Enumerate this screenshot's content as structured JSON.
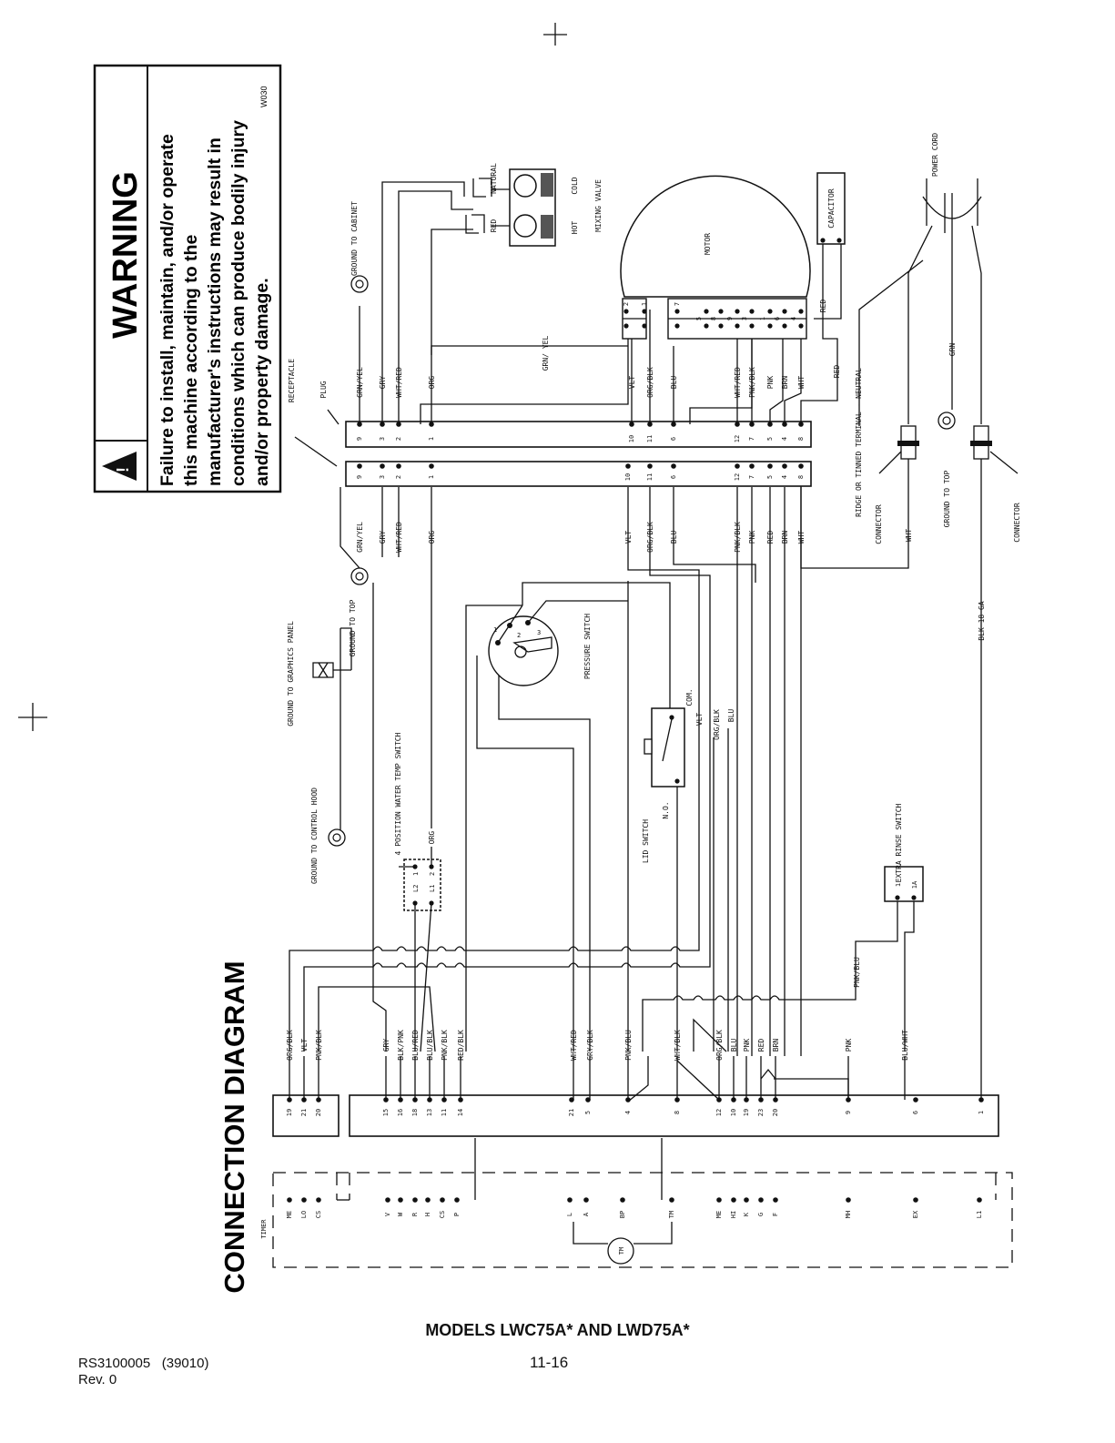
{
  "warning": {
    "title": "WARNING",
    "lines": [
      "Failure to install, maintain, and/or operate",
      "this machine according to the",
      "manufacturer's instructions may result in",
      "conditions which can produce bodily injury",
      "and/or property damage."
    ],
    "code": "W030"
  },
  "diagram_title": "CONNECTION DIAGRAM",
  "timer_label": "TIMER",
  "timer_terminals": [
    "ME",
    "LO",
    "CS",
    "V",
    "W",
    "R",
    "H",
    "CS",
    "P",
    "L",
    "A",
    "BP",
    "TM",
    "ME",
    "HI",
    "K",
    "G",
    "F",
    "MH",
    "EX",
    "L1"
  ],
  "timer_motor_label": "TM",
  "bottom_connector_pins": [
    "19",
    "21",
    "20",
    "15",
    "16",
    "18",
    "13",
    "11",
    "14",
    "21",
    "5",
    "4",
    "8",
    "12",
    "10",
    "19",
    "23",
    "20",
    "9",
    "6",
    "1"
  ],
  "timer_wires": [
    "ORG/BLK",
    "VLT",
    "PNK/BLK",
    "GRY",
    "BLK/PNK",
    "BLU/RED",
    "BLU/BLK",
    "PNK/BLK",
    "RED/BLK",
    "WHT/RED",
    "GRY/BLK",
    "PNK/BLU",
    "WHT/BLK",
    "ORG/BLK",
    "BLU",
    "PNK",
    "RED",
    "BRN",
    "PNK",
    "BLU/WHT"
  ],
  "receptacle": {
    "label": "RECEPTACLE",
    "pins": [
      "9",
      "3",
      "2",
      "1",
      "10",
      "11",
      "6",
      "12",
      "7",
      "5",
      "4",
      "8"
    ],
    "wires": [
      "GRN/YEL",
      "GRY",
      "WHT/RED",
      "ORG",
      "VLT",
      "ORG/BLK",
      "BLU",
      "PNK/BLK",
      "PNK",
      "RED",
      "BRN",
      "WHT"
    ]
  },
  "plug": {
    "label": "PLUG",
    "pins": [
      "9",
      "3",
      "2",
      "1",
      "10",
      "11",
      "6",
      "12",
      "7",
      "5",
      "4",
      "8"
    ],
    "wires": [
      "GRN/YEL",
      "GRY",
      "WHT/RED",
      "ORG",
      "VLT",
      "ORG/BLK",
      "BLU",
      "WHT/RED",
      "PNK/BLK",
      "PNK",
      "BRN",
      "WHT"
    ]
  },
  "mixing_valve": {
    "label": "MIXING VALVE",
    "hot": "HOT",
    "cold": "COLD",
    "red": "RED",
    "natural": "NATURAL"
  },
  "motor": {
    "label": "MOTOR",
    "capacitor": "CAPACITOR",
    "grn_yel": "GRN/ YEL",
    "red": "RED"
  },
  "motor_terminals_a": [
    "2",
    "1",
    "7"
  ],
  "motor_terminals_b": [
    "5",
    "8",
    "9",
    "3",
    "1",
    "6",
    "4"
  ],
  "ground_labels": {
    "cabinet": "GROUND TO CABINET",
    "top_left": "GROUND TO TOP",
    "graphics": "GROUND TO GRAPHICS PANEL",
    "control_hood": "GROUND TO CONTROL HOOD",
    "top_right": "GROUND TO TOP"
  },
  "pressure_switch": {
    "label": "PRESSURE SWITCH",
    "terminals": [
      "1",
      "2",
      "3"
    ]
  },
  "lid_switch": {
    "label": "LID SWITCH",
    "com": "COM.",
    "no": "N.O."
  },
  "water_temp_switch": {
    "label": "4 POSITION WATER TEMP SWITCH",
    "terminals": [
      "L2",
      "L1",
      "1",
      "2"
    ]
  },
  "extra_rinse_switch": {
    "label": "EXTRA RINSE SWITCH",
    "terminals": [
      "1",
      "1A"
    ]
  },
  "power_cord": {
    "label": "POWER CORD",
    "neutral_note": "RIDGE OR TINNED TERMINAL - NEUTRAL",
    "connector": "CONNECTOR",
    "blk": "BLK 18 GA",
    "wht": "WHT",
    "grn": "GRN"
  },
  "extra_wires": {
    "vlt": "VLT",
    "orgblk": "ORG/BLK",
    "blu": "BLU",
    "pnkblu": "PNK/BLU"
  },
  "models": "MODELS LWC75A* AND LWD75A*",
  "page_number": "11-16",
  "doc_code": "RS3100005   (39010)",
  "revision": "Rev. 0"
}
